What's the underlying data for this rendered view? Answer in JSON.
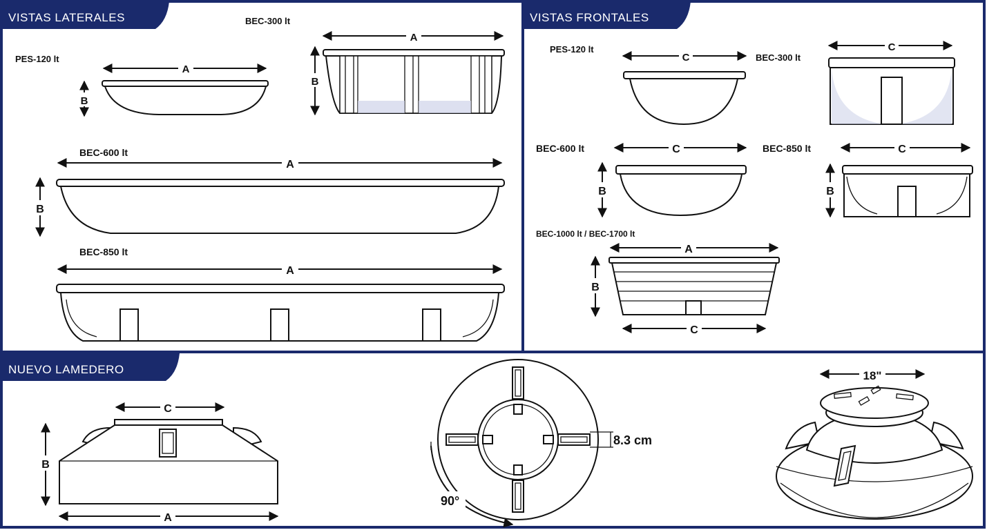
{
  "sections": {
    "lateral": {
      "title": "VISTAS LATERALES"
    },
    "frontal": {
      "title": "VISTAS FRONTALES"
    },
    "lamedero": {
      "title": "NUEVO  LAMEDERO"
    }
  },
  "lateral": {
    "pes120": {
      "name": "PES-120 lt",
      "dim_a": "A",
      "dim_b": "B"
    },
    "bec300": {
      "name": "BEC-300 lt",
      "dim_a": "A",
      "dim_b": "B"
    },
    "bec600": {
      "name": "BEC-600 lt",
      "dim_a": "A",
      "dim_b": "B"
    },
    "bec850": {
      "name": "BEC-850 lt",
      "dim_a": "A"
    }
  },
  "frontal": {
    "pes120": {
      "name": "PES-120 lt",
      "dim_c": "C"
    },
    "bec300": {
      "name": "BEC-300 lt",
      "dim_c": "C"
    },
    "bec600": {
      "name": "BEC-600 lt",
      "dim_c": "C",
      "dim_b": "B"
    },
    "bec850": {
      "name": "BEC-850 lt",
      "dim_c": "C",
      "dim_b": "B"
    },
    "bec1000": {
      "name": "BEC-1000 lt / BEC-1700 lt",
      "dim_a": "A",
      "dim_b": "B",
      "dim_c": "C"
    }
  },
  "lamedero": {
    "side": {
      "dim_c": "C",
      "dim_b": "B",
      "dim_a": "A"
    },
    "top": {
      "slot_width": "8.3 cm",
      "angle": "90°"
    },
    "perspective": {
      "diameter": "18\""
    }
  },
  "colors": {
    "header": "#1a2a6c",
    "border": "#1a2a6c"
  }
}
